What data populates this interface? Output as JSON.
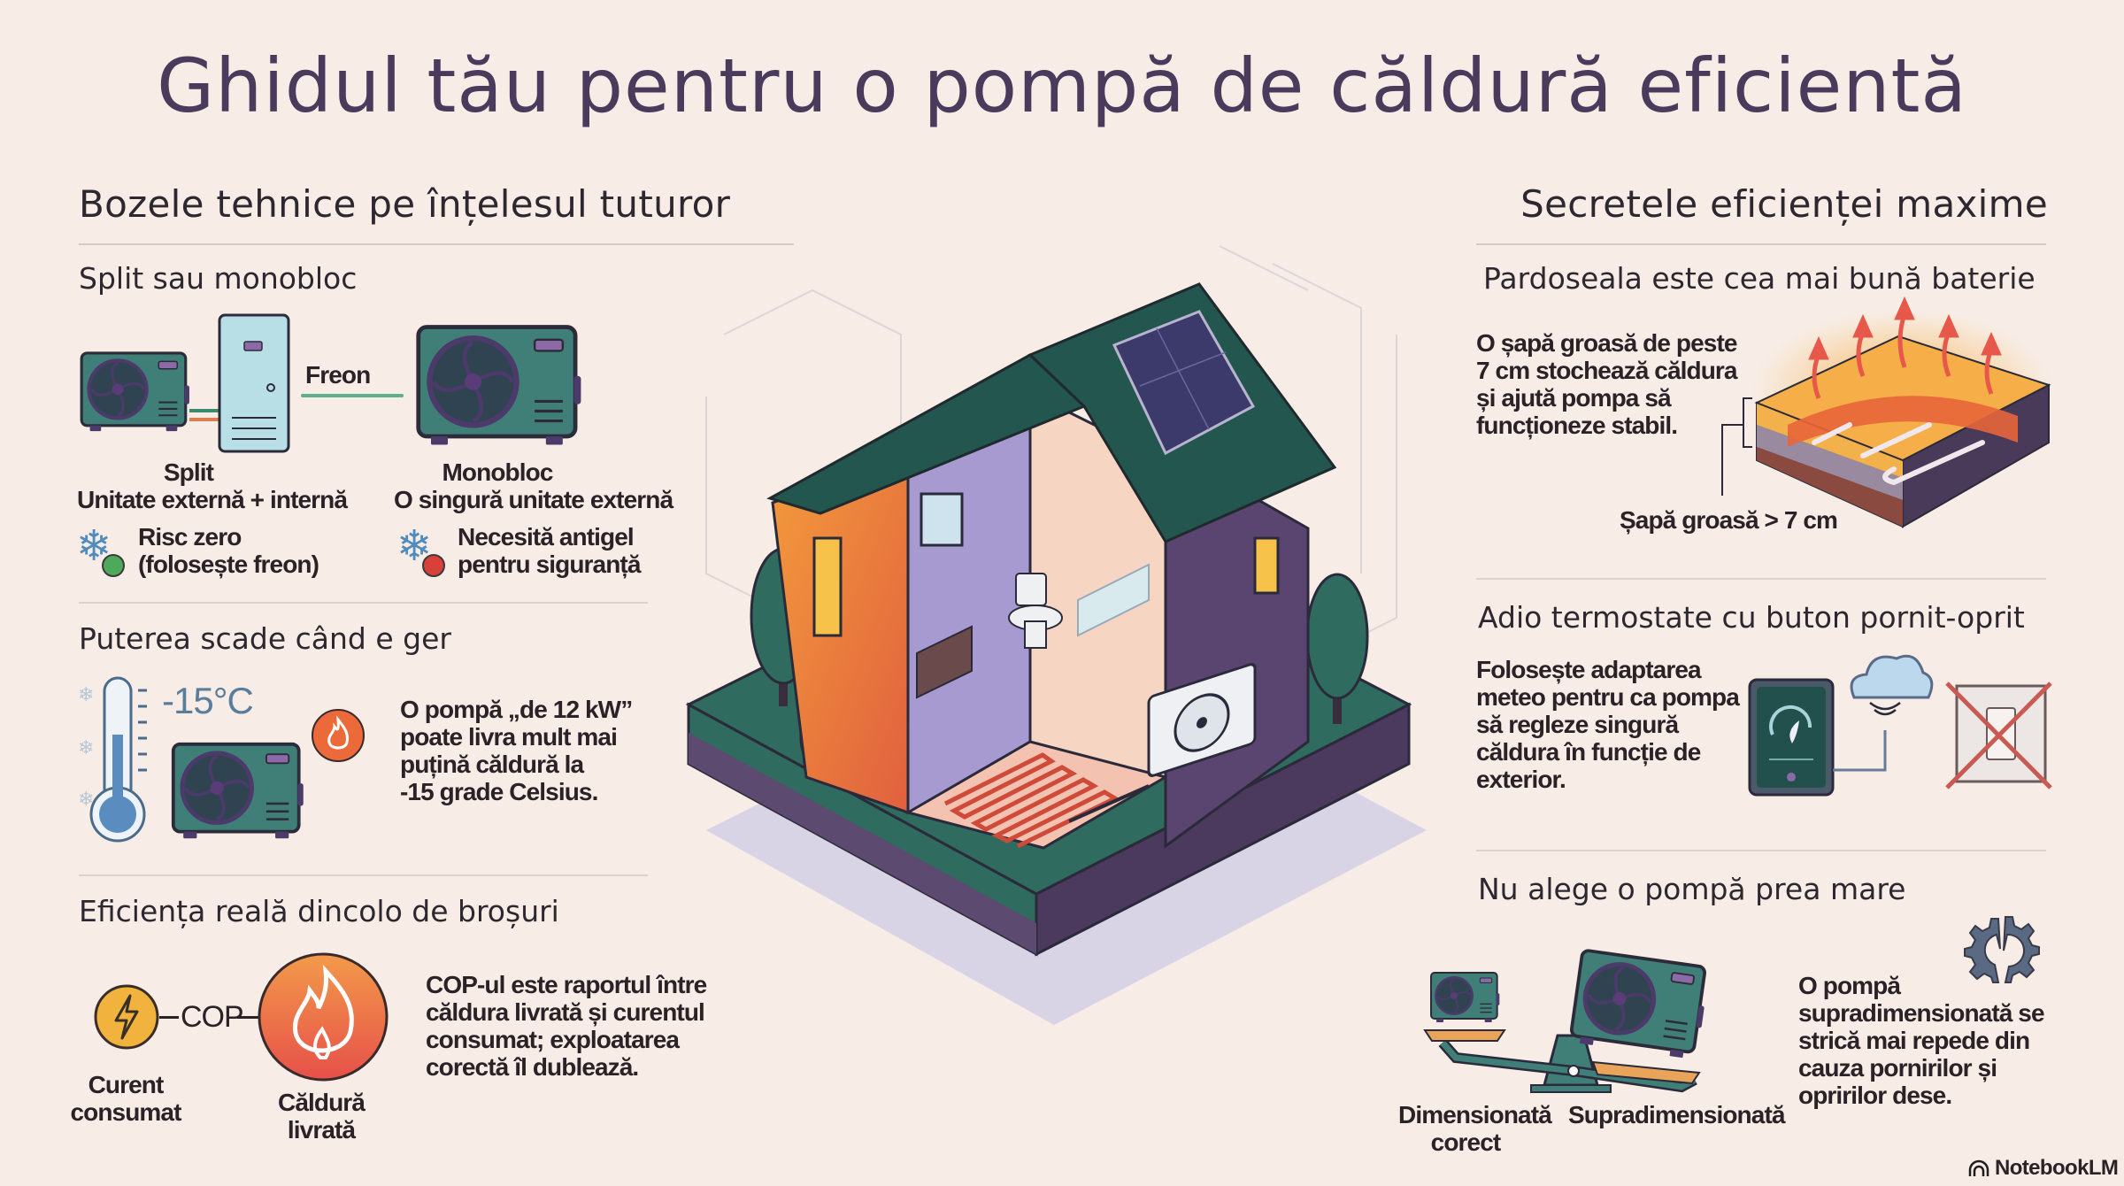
{
  "title": "Ghidul tău pentru o pompă de căldură eficientă",
  "left": {
    "heading": "Bozele tehnice pe înțelesul tuturor",
    "split_section": {
      "heading": "Split sau monobloc",
      "freon_label": "Freon",
      "split_title": "Split",
      "split_desc": "Unitate externă + internă",
      "monobloc_title": "Monobloc",
      "monobloc_desc": "O singură unitate externă",
      "split_note_line1": "Risc zero",
      "split_note_line2": "(folosește freon)",
      "monobloc_note_line1": "Necesită antigel",
      "monobloc_note_line2": "pentru siguranță"
    },
    "cold_section": {
      "heading": "Puterea scade când e ger",
      "temperature": "-15°C",
      "text_lines": [
        "O pompă „de 12 kW”",
        "poate livra mult mai",
        "puțină căldură la",
        "-15 grade Celsius."
      ]
    },
    "cop_section": {
      "heading": "Eficiența reală dincolo de broșuri",
      "cop_label": "COP",
      "input_label_line1": "Curent",
      "input_label_line2": "consumat",
      "output_label_line1": "Căldură",
      "output_label_line2": "livrată",
      "text_lines": [
        "COP-ul este raportul între",
        "căldura livrată și curentul",
        "consumat; exploatarea",
        "corectă îl dublează."
      ]
    }
  },
  "right": {
    "heading": "Secretele eficienței maxime",
    "floor_section": {
      "heading": "Pardoseala este cea mai bună baterie",
      "text_lines": [
        "O șapă groasă de peste",
        "7 cm stochează căldura",
        "și ajută pompa să",
        "funcționeze stabil."
      ],
      "callout": "Șapă groasă > 7 cm"
    },
    "thermostat_section": {
      "heading": "Adio termostate cu buton pornit-oprit",
      "text_lines": [
        "Folosește adaptarea",
        "meteo pentru ca pompa",
        "să regleze singură",
        "căldura în funcție de",
        "exterior."
      ]
    },
    "sizing_section": {
      "heading": "Nu alege o pompă prea mare",
      "correct_label_line1": "Dimensionată",
      "correct_label_line2": "corect",
      "oversized_label": "Supradimensionată",
      "text_lines": [
        "O pompă",
        "supradimensionată se",
        "strică mai repede din",
        "cauza pornirilor și",
        "opririlor dese."
      ]
    }
  },
  "branding": {
    "label": "NotebookLM",
    "icon": "notebooklm-logo-icon"
  },
  "colors": {
    "background": "#f7ede6",
    "title": "#4a3a5b",
    "pump_teal": "#3f7f78",
    "roof_green": "#23564f",
    "accent_orange": "#ef7a3a",
    "snow_blue": "#4f8bbd"
  }
}
